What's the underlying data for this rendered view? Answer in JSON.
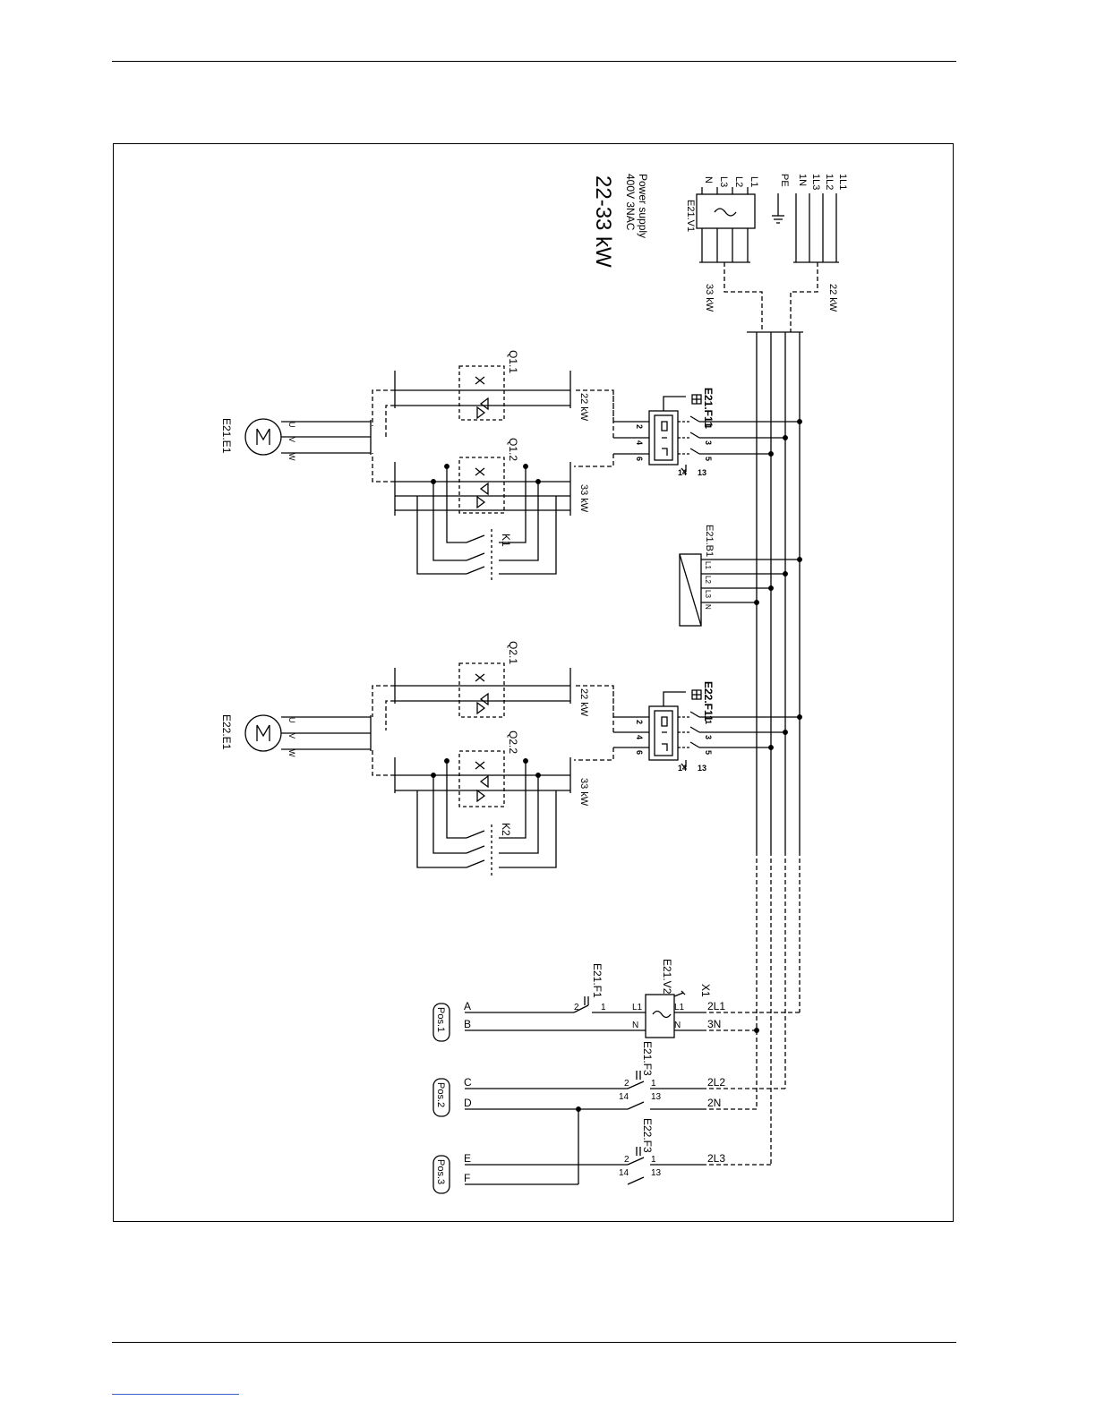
{
  "header": {
    "rule": true
  },
  "diagram": {
    "title": "22-33 kW",
    "supply_line1": "Power supply",
    "supply_line2": "400V 3NAC",
    "supply_terms_33": [
      "L1",
      "L2",
      "L3",
      "N"
    ],
    "supply_terms_22": [
      "1L1",
      "1L2",
      "1L3",
      "1N",
      "PE"
    ],
    "v1": "E21.V1",
    "label_33kw": "33 kW",
    "label_22kw": "22 kW",
    "motor1": "E21.E1",
    "motor2": "E22.E1",
    "motor_symbol": "M",
    "motor_terms": [
      "U",
      "V",
      "W"
    ],
    "q11": "Q1.1",
    "q12": "Q1.2",
    "q21": "Q2.1",
    "q22": "Q2.2",
    "k1": "K1",
    "k2": "K2",
    "f11_1": "E21.F11",
    "f11_2": "E22.F11",
    "b1": "E21.B1",
    "b1_terms": [
      "L1",
      "L2",
      "L3",
      "N"
    ],
    "pin_numbers": [
      "1",
      "2",
      "3",
      "4",
      "5",
      "6"
    ],
    "aux_pins": [
      "14",
      "13"
    ],
    "f1": "E21.F1",
    "v2": "E21.V2",
    "x1": "X1",
    "f3_1": "E21.F3",
    "f3_2": "E22.F3",
    "x1_terms": [
      "2L1",
      "3N",
      "2L2",
      "2N",
      "2L3"
    ],
    "v2_terms": [
      "L1",
      "N"
    ],
    "line_letters": [
      "A",
      "B",
      "C",
      "D",
      "E",
      "F"
    ],
    "positions": [
      "Pos.1",
      "Pos.2",
      "Pos.3"
    ]
  }
}
